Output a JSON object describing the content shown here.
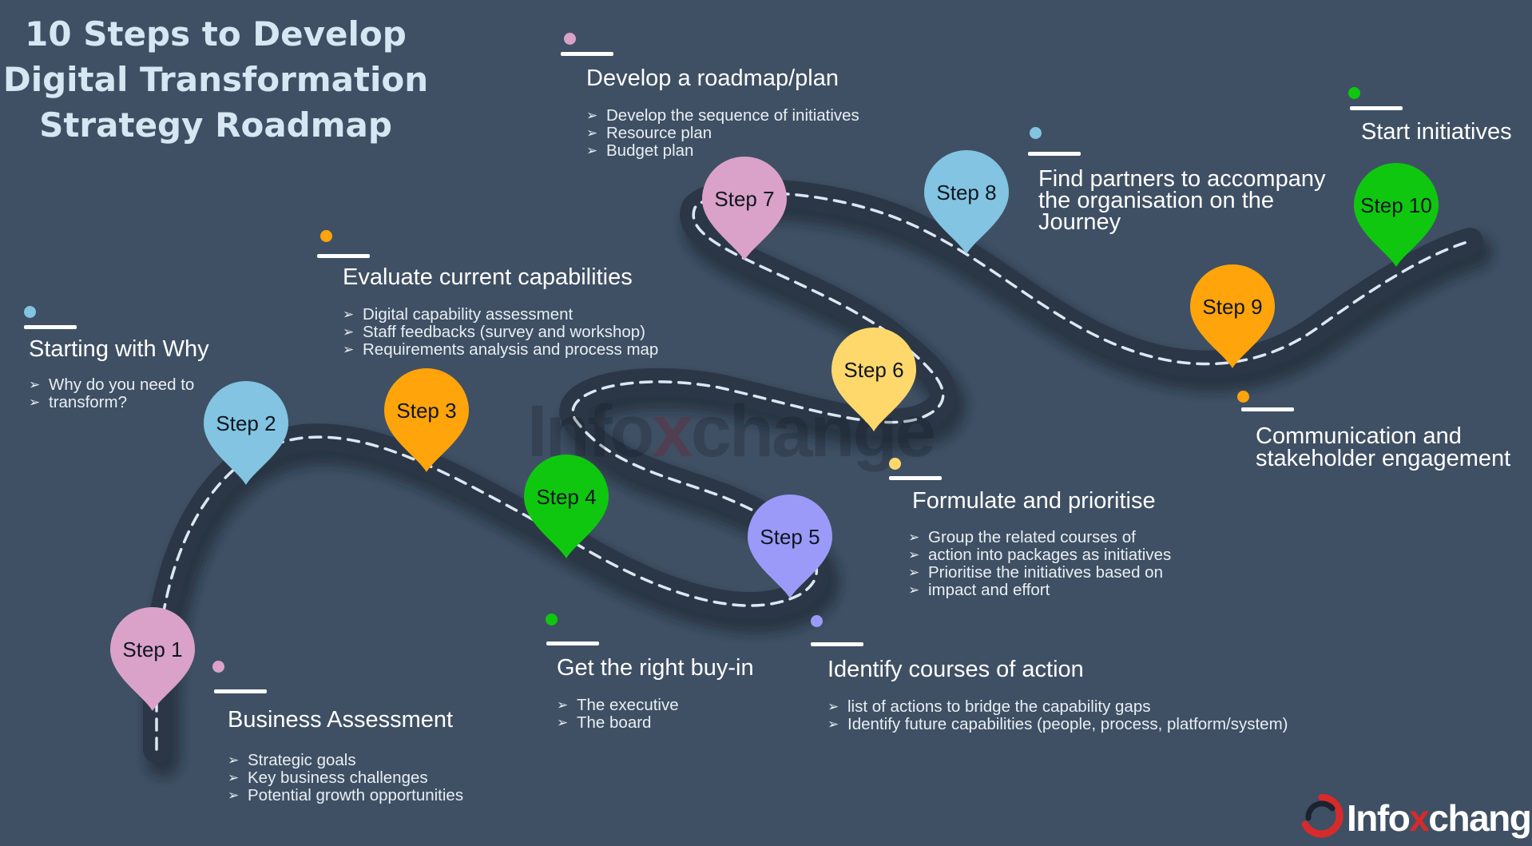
{
  "title": {
    "lines": [
      "10 Steps to Develop",
      "Digital Transformation",
      "Strategy Roadmap"
    ]
  },
  "watermark": {
    "pre": "Info",
    "x": "x",
    "post": "change"
  },
  "logo": {
    "pre": "Info",
    "x": "x",
    "post": "change"
  },
  "colors": {
    "background": "#3f5064",
    "road": "#2b3746",
    "road_dash": "#dce7f1"
  },
  "steps": [
    {
      "label": "Step 1",
      "color": "#daa2c8"
    },
    {
      "label": "Step 2",
      "color": "#82c4e2"
    },
    {
      "label": "Step 3",
      "color": "#ffa40a"
    },
    {
      "label": "Step 4",
      "color": "#0fc70f"
    },
    {
      "label": "Step 5",
      "color": "#9b9af8"
    },
    {
      "label": "Step 6",
      "color": "#ffd86c"
    },
    {
      "label": "Step 7",
      "color": "#daa2c8"
    },
    {
      "label": "Step 8",
      "color": "#82c4e2"
    },
    {
      "label": "Step 9",
      "color": "#ffa40a"
    },
    {
      "label": "Step 10",
      "color": "#0fc70f"
    }
  ],
  "blocks": [
    {
      "heading": "Business Assessment",
      "color": "#daa2c8",
      "items": [
        "Strategic goals",
        "Key business challenges",
        "Potential growth opportunities"
      ]
    },
    {
      "heading": "Starting with Why",
      "color": "#82c4e2",
      "items": [
        "Why do you need to",
        "transform?"
      ]
    },
    {
      "heading": "Evaluate current capabilities",
      "color": "#ffa40a",
      "items": [
        "Digital capability assessment",
        "Staff feedbacks (survey and workshop)",
        "Requirements analysis and process map"
      ]
    },
    {
      "heading": "Get the right buy-in",
      "color": "#0fc70f",
      "items": [
        "The executive",
        "The board"
      ]
    },
    {
      "heading": "Identify courses of action",
      "color": "#9b9af8",
      "items": [
        "list of actions to bridge the capability gaps",
        "Identify future capabilities (people, process, platform/system)"
      ]
    },
    {
      "heading": "Formulate and prioritise",
      "color": "#ffd86c",
      "items": [
        "Group the related courses of",
        "action into packages as initiatives",
        "Prioritise the initiatives based on",
        "impact and effort"
      ]
    },
    {
      "heading": "Develop a roadmap/plan",
      "color": "#daa2c8",
      "items": [
        "Develop the sequence of initiatives",
        "Resource plan",
        "Budget plan"
      ]
    },
    {
      "heading_lines": [
        "Find partners to accompany",
        "the organisation on the",
        "Journey"
      ],
      "color": "#82c4e2"
    },
    {
      "heading_lines": [
        "Communication and",
        "stakeholder engagement"
      ],
      "color": "#ffa40a"
    },
    {
      "heading": "Start initiatives",
      "color": "#0fc70f"
    }
  ]
}
